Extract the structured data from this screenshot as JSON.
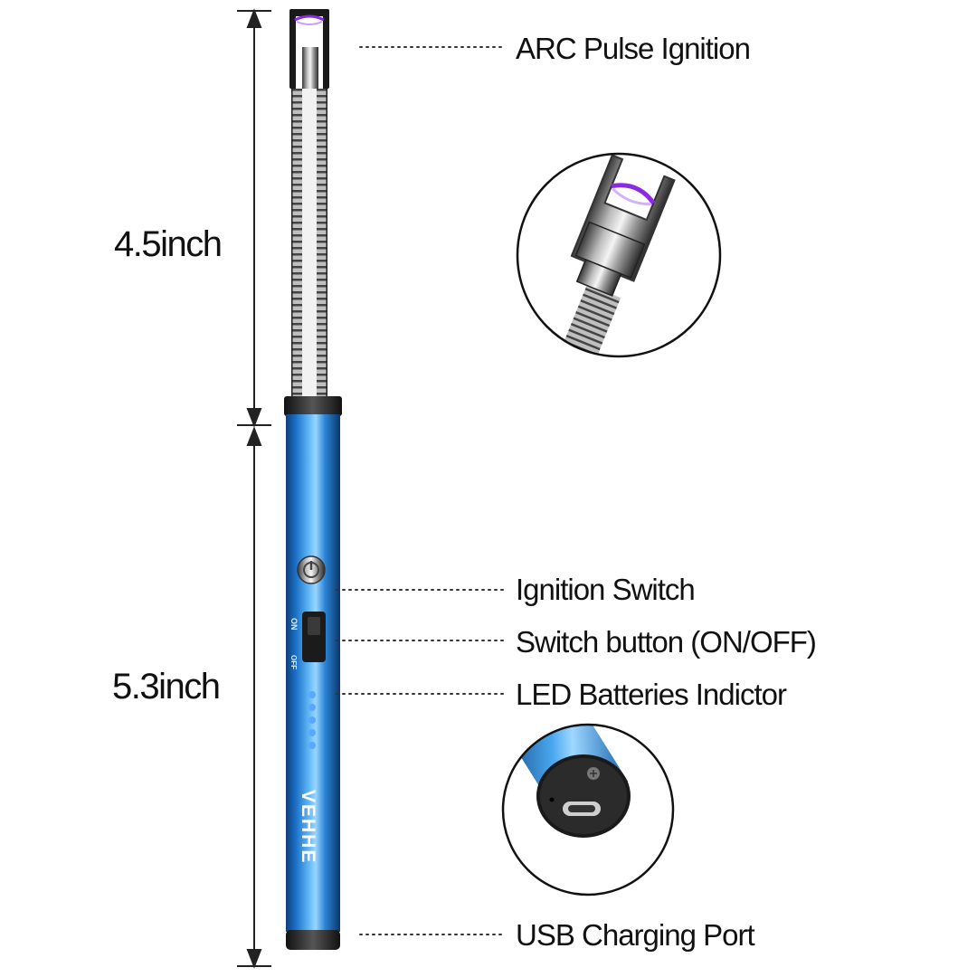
{
  "product": {
    "brand": "VEHHE",
    "body_color": "#1e78d4",
    "arc_color": "#8a2be2",
    "led_color": "#58a8ff",
    "led_count": 5,
    "switch_marks": [
      "ON",
      "OFF"
    ]
  },
  "dimensions": {
    "upper": "4.5inch",
    "lower": "5.3inch"
  },
  "callouts": {
    "arc": "ARC Pulse Ignition",
    "ignition_switch": "Ignition Switch",
    "switch_button": "Switch button (ON/OFF)",
    "led": "LED Batteries Indictor",
    "usb": "USB Charging Port"
  },
  "insets": {
    "tip": {
      "icon": "arc-tip-closeup"
    },
    "port": {
      "icon": "usb-c-port-closeup"
    }
  }
}
